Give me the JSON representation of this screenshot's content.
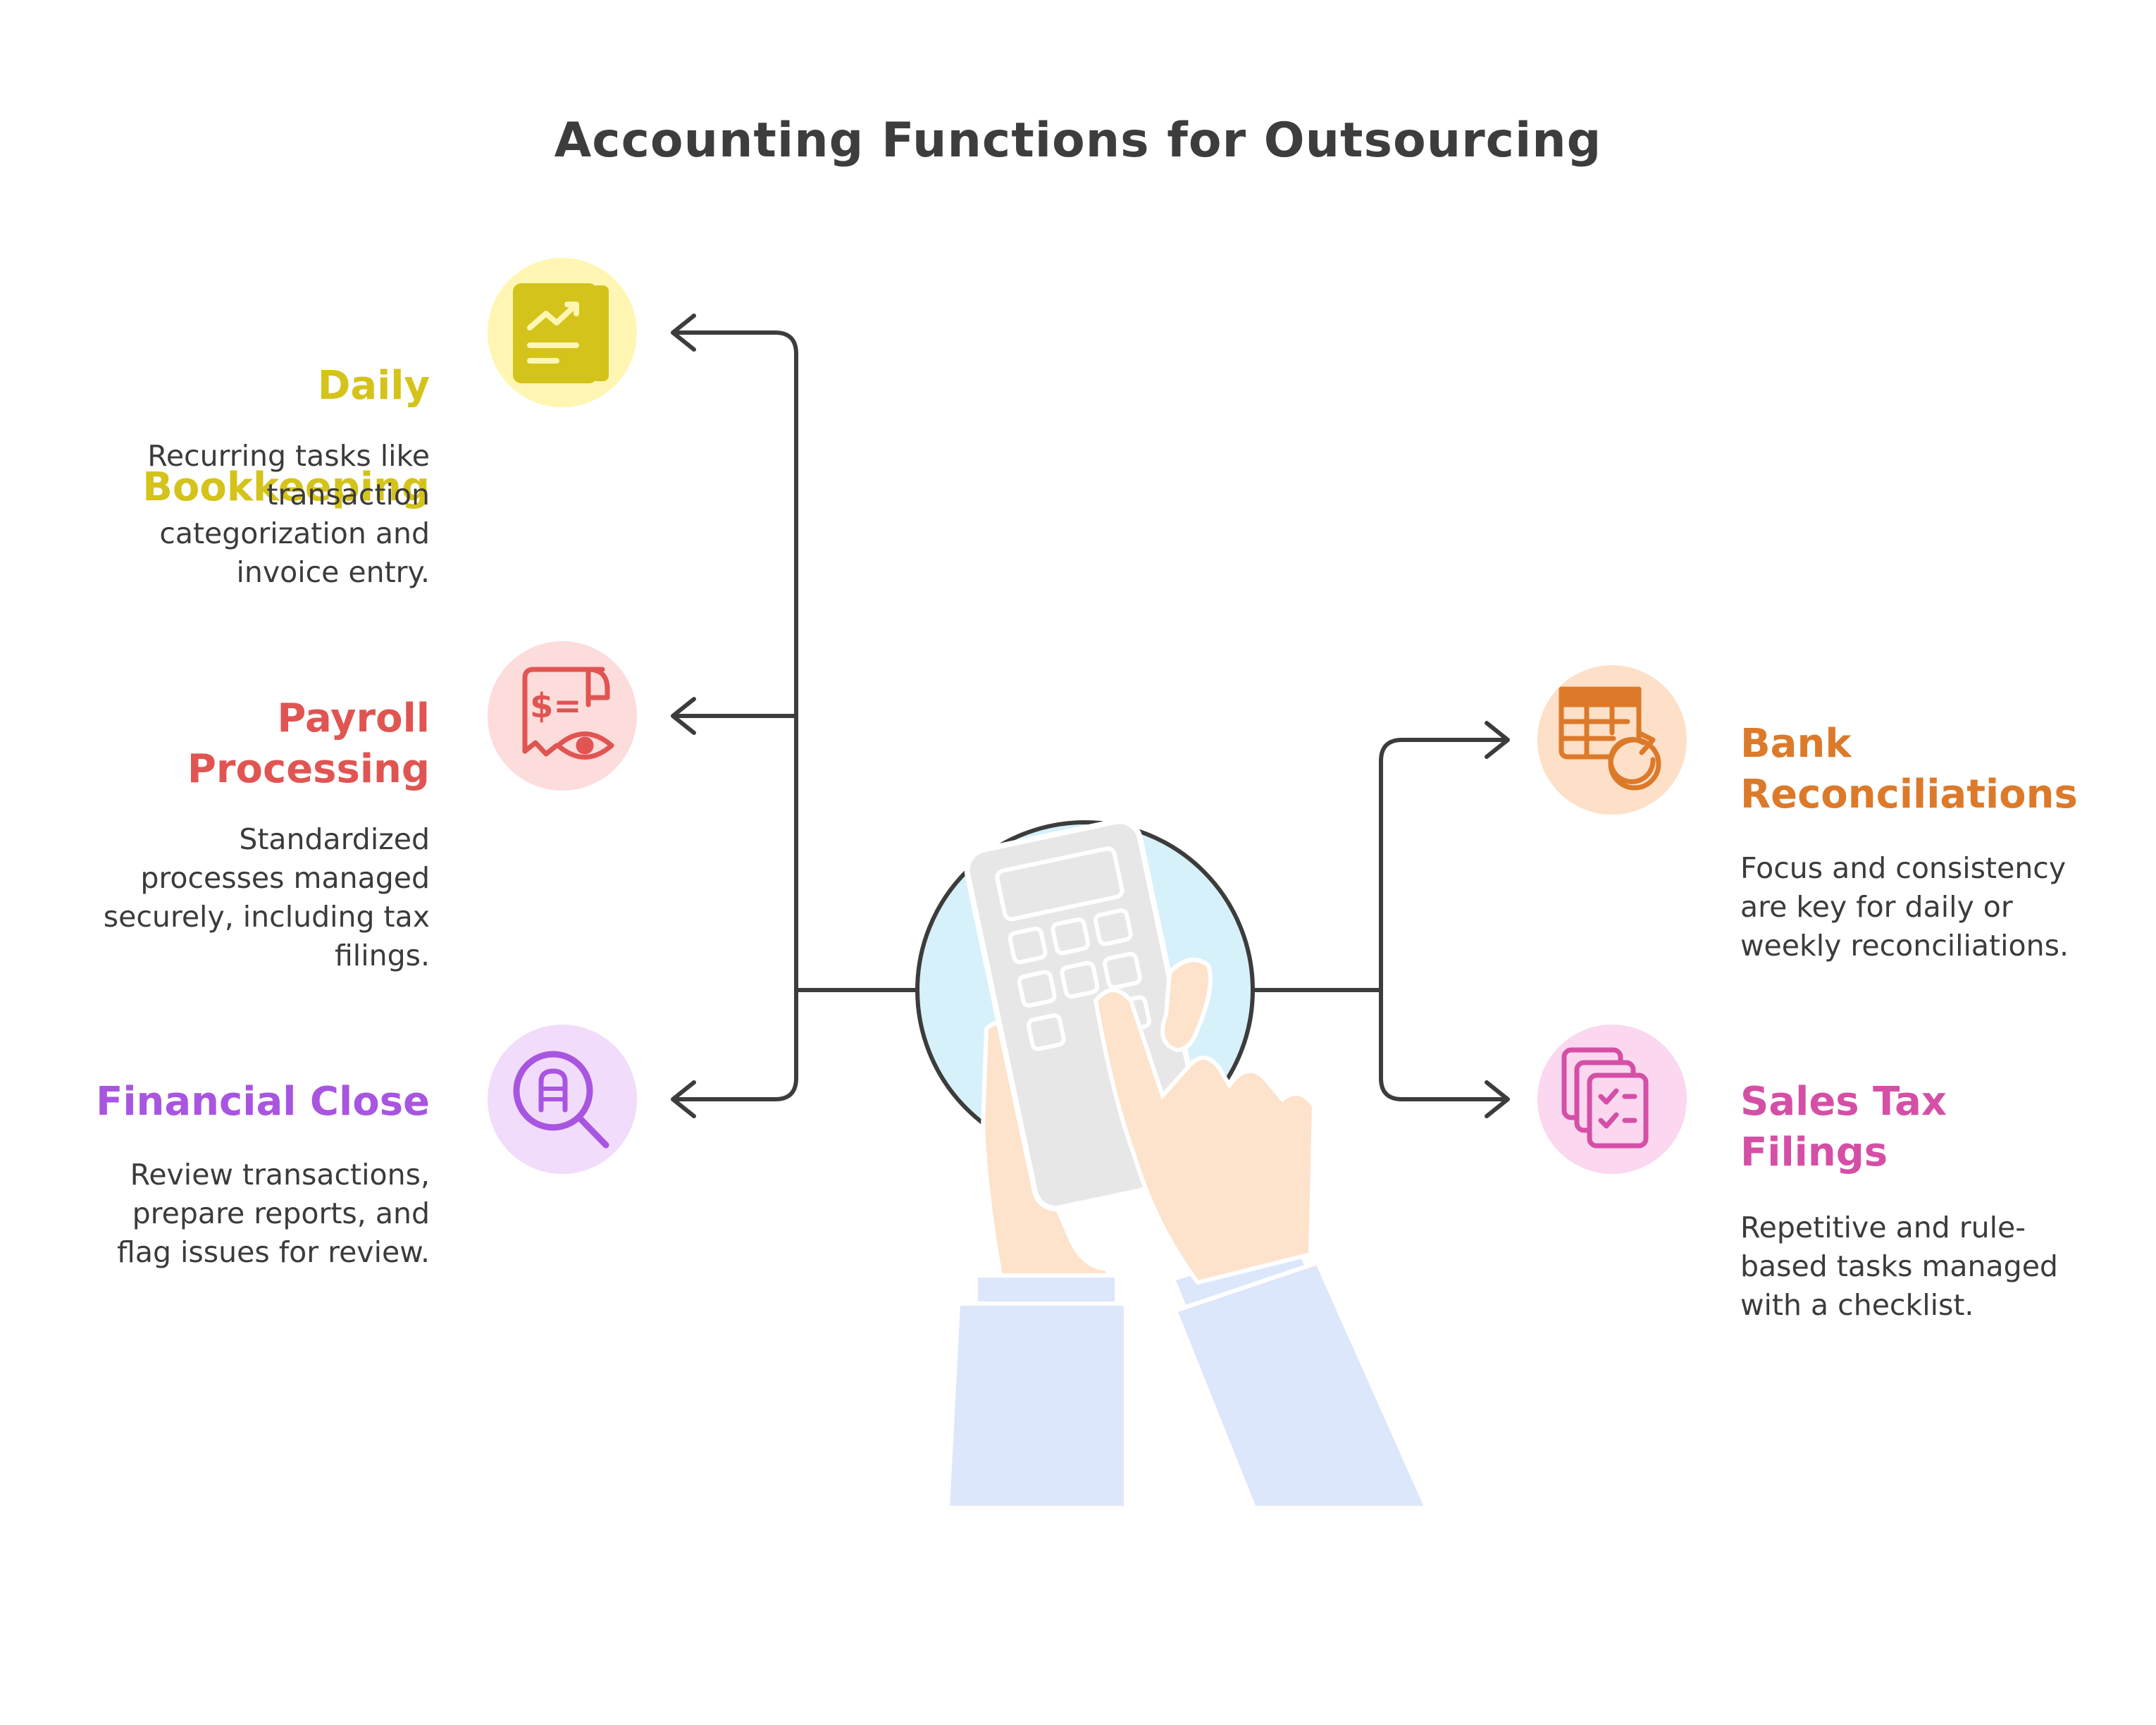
{
  "title": "Accounting Functions for Outsourcing",
  "items": [
    {
      "title_lines": [
        "Daily",
        "Bookkeeping"
      ],
      "desc_lines": [
        "Recurring tasks like",
        "transaction",
        "categorization and",
        "invoice entry."
      ],
      "color": "#d4c31a",
      "circle_color": "#fff6b3",
      "icon": "ledger-chart-icon"
    },
    {
      "title_lines": [
        "Payroll",
        "Processing"
      ],
      "desc_lines": [
        "Standardized",
        "processes managed",
        "securely, including tax",
        "filings."
      ],
      "color": "#e05552",
      "circle_color": "#fddcdc",
      "icon": "pay-slip-eye-icon"
    },
    {
      "title_lines": [
        "Financial Close"
      ],
      "desc_lines": [
        "Review transactions,",
        "prepare reports, and",
        "flag issues for review."
      ],
      "color": "#a855e0",
      "circle_color": "#f1dcfb",
      "icon": "receipt-search-icon"
    },
    {
      "title_lines": [
        "Bank",
        "Reconciliations"
      ],
      "desc_lines": [
        "Focus and consistency",
        "are key for daily or",
        "weekly reconciliations."
      ],
      "color": "#dc7a2a",
      "circle_color": "#fde0c7",
      "icon": "table-refresh-icon"
    },
    {
      "title_lines": [
        "Sales Tax",
        "Filings"
      ],
      "desc_lines": [
        "Repetitive and rule-",
        "based tasks managed",
        "with a checklist."
      ],
      "color": "#d54fa6",
      "circle_color": "#fbd8ef",
      "icon": "checklist-stack-icon"
    }
  ],
  "center": {
    "icon": "calculator-hands-icon"
  }
}
